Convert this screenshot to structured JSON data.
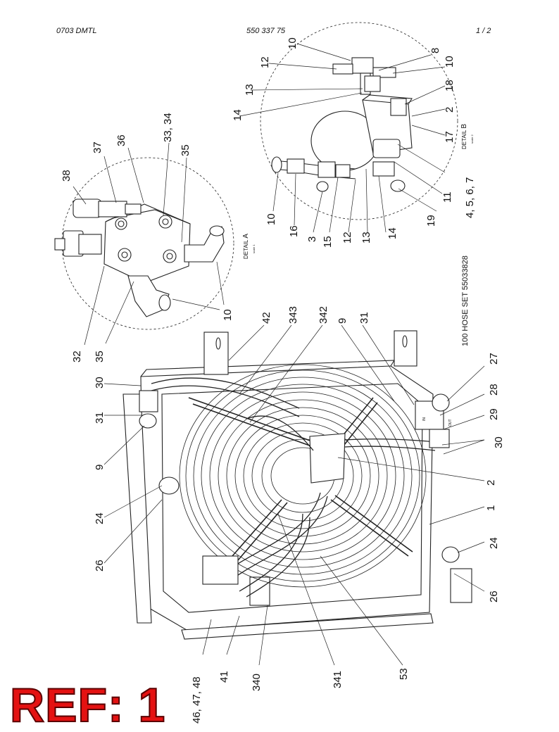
{
  "header": {
    "doc_code": "0703 DMTL",
    "part_number": "550 337 75",
    "page": "1 /  2"
  },
  "hose_set_note": "100  HOSE SET  55033828",
  "detail_a": {
    "word": "DETAIL",
    "letter": "A",
    "scale": "scale 1"
  },
  "detail_b": {
    "word": "DETAIL",
    "letter": "B",
    "scale": "scale 2"
  },
  "valve_ports": {
    "in": "IN",
    "out": "OUT"
  },
  "callouts": {
    "a38": "38",
    "a37": "37",
    "a36": "36",
    "a3334": "33, 34",
    "a35_top": "35",
    "a32": "32",
    "a35_bot": "35",
    "a10": "10",
    "b10_top": "10",
    "b12_top": "12",
    "b13_top": "13",
    "b14_top": "14",
    "b8": "8",
    "b10_right": "10",
    "b18": "18",
    "b2": "2",
    "b17": "17",
    "b10_left": "10",
    "b16": "16",
    "b3": "3",
    "b15": "15",
    "b12_bot": "12",
    "b13_bot": "13",
    "b14_bot": "14",
    "b19": "19",
    "b11": "11",
    "b4567": "4, 5, 6, 7",
    "m42": "42",
    "m343": "343",
    "m342": "342",
    "m9_top": "9",
    "m31_top": "31",
    "m27": "27",
    "m28": "28",
    "m29": "29",
    "m30_right": "30",
    "m2": "2",
    "m1": "1",
    "m24_right": "24",
    "m26_right": "26",
    "m30_left": "30",
    "m31_left": "31",
    "m9_left": "9",
    "m24_left": "24",
    "m26_left": "26",
    "m464748": "46, 47, 48",
    "m41": "41",
    "m340": "340",
    "m341": "341",
    "m53": "53"
  },
  "stamp": "REF: 1"
}
